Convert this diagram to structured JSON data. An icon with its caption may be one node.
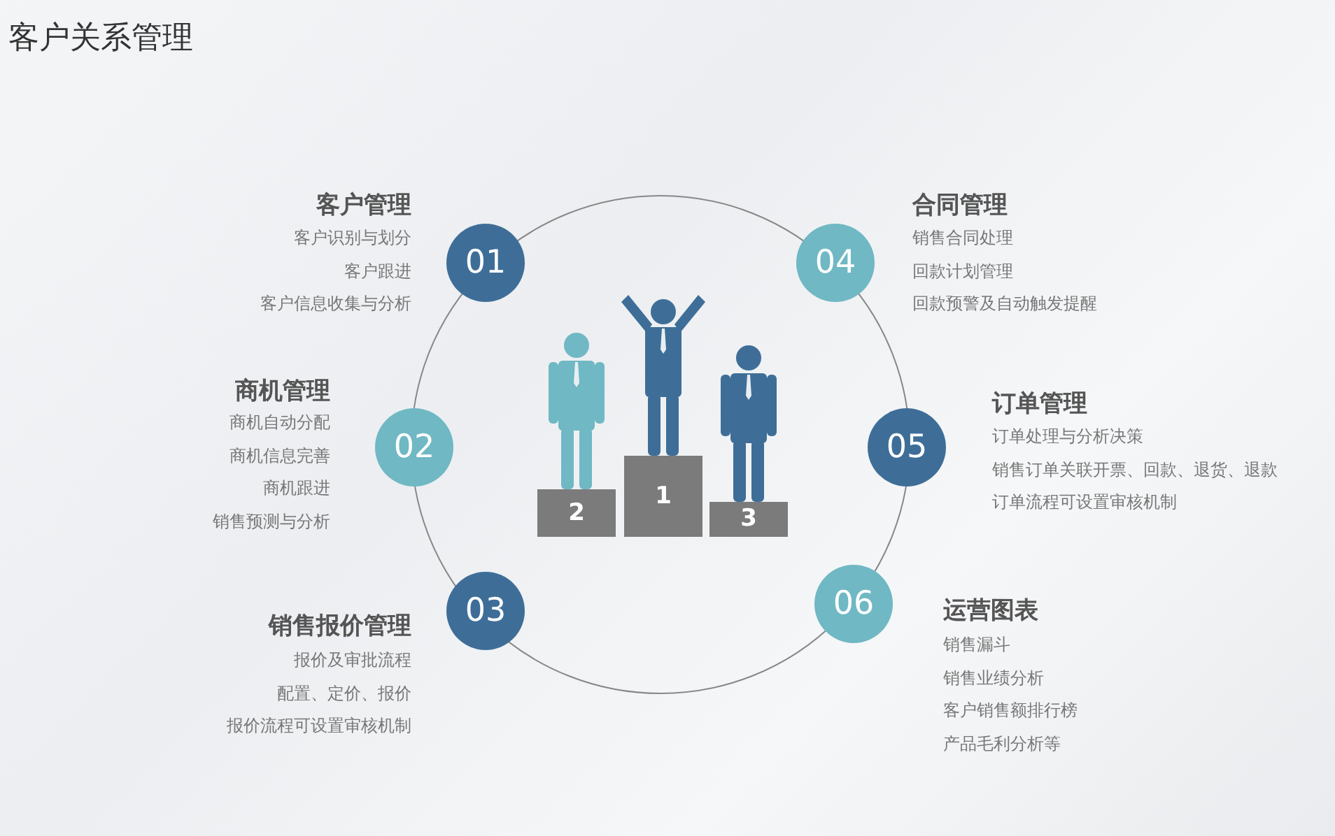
{
  "diagram": {
    "title": "客户关系管理",
    "nodes": [
      {
        "text": [
          "01",
          "客户管理"
        ],
        "beside": [
          "客户识别与划分",
          "客户跟进",
          "客户信息收集与分析"
        ]
      },
      {
        "text": [
          "02",
          "商机管理"
        ],
        "beside": [
          "商机自动分配",
          "商机信息完善",
          "商机跟进",
          "销售预测与分析"
        ]
      },
      {
        "text": [
          "03",
          "销售报价管理"
        ],
        "beside": [
          "报价及审批流程",
          "配置、定价、报价",
          "报价流程可设置审核机制"
        ]
      },
      {
        "text": [
          "04",
          "合同管理"
        ],
        "beside": [
          "销售合同处理",
          "回款计划管理",
          "回款预警及自动触发提醒"
        ]
      },
      {
        "text": [
          "05",
          "订单管理"
        ],
        "beside": [
          "订单处理与分析决策",
          "销售订单关联开票、回款、退货、退款",
          "订单流程可设置审核机制"
        ]
      },
      {
        "text": [
          "06",
          "运营图表"
        ],
        "beside": [
          "销售漏斗",
          "销售业绩分析",
          "客户销售额排行榜",
          "产品毛利分析等"
        ]
      },
      {
        "text": [
          "2"
        ]
      },
      {
        "text": [
          "1"
        ]
      },
      {
        "text": [
          "3"
        ]
      }
    ],
    "edges": []
  }
}
